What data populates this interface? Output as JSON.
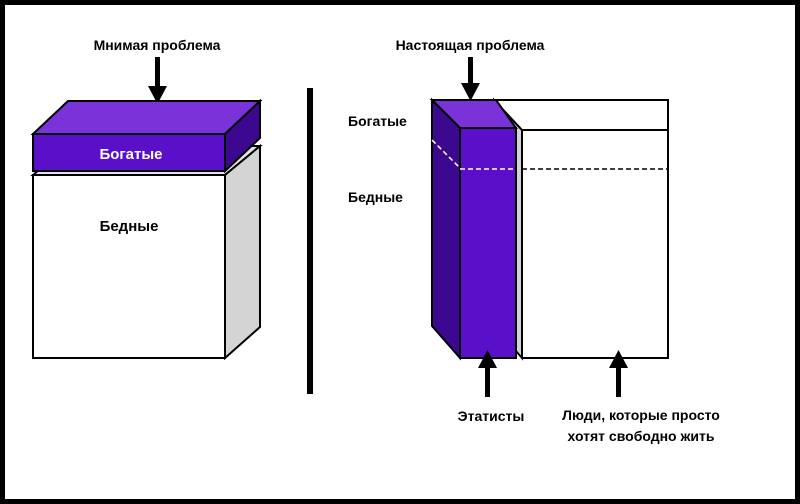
{
  "left_panel": {
    "caption": "Мнимая проблема",
    "top_block_label": "Богатые",
    "bottom_block_label": "Бедные"
  },
  "right_panel": {
    "caption": "Настоящая проблема",
    "rich_label": "Богатые",
    "poor_label": "Бедные",
    "statists_label": "Этатисты",
    "people_label_line1": "Люди, которые просто",
    "people_label_line2": "хотят свободно жить"
  },
  "colors": {
    "frame": "#000000",
    "background": "#ffffff",
    "purple_front": "#5a10c8",
    "purple_top": "#7a33d8",
    "purple_side": "#3d0890",
    "gray_side": "#d4d4d4",
    "gray_top": "#e4e4e4",
    "ink": "#000000"
  }
}
